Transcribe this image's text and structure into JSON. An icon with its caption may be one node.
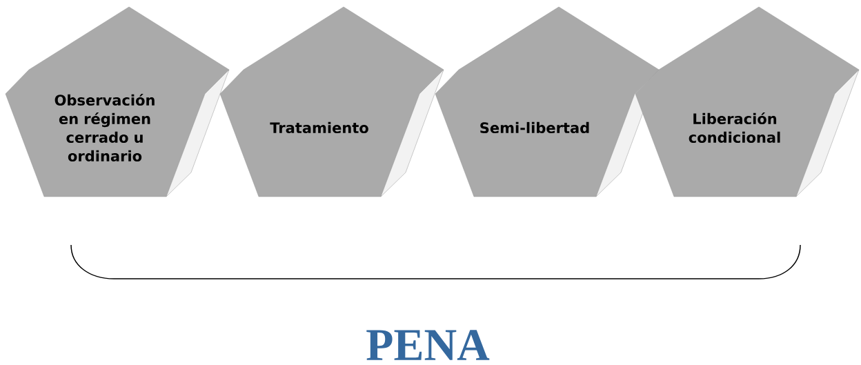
{
  "diagram": {
    "nodes": [
      {
        "text": [
          "Observación en régimen cerrado u ordinario"
        ]
      },
      {
        "text": [
          "Tratamiento"
        ]
      },
      {
        "text": [
          "Semi-libertad"
        ]
      },
      {
        "text": [
          "Liberación condicional"
        ]
      }
    ],
    "labels": [
      "PENA"
    ]
  }
}
